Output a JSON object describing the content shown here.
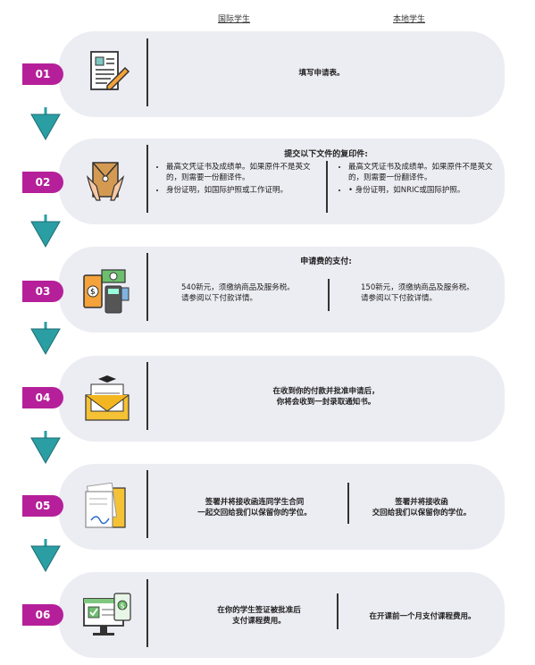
{
  "header": {
    "intl": "国际学生",
    "local": "本地学生"
  },
  "steps": [
    {
      "num": "01",
      "text": "填写申请表。"
    },
    {
      "num": "02",
      "title": "提交以下文件的复印件:",
      "intl": [
        "最高文凭证书及成绩单。如果原件不是英文的，则需要一份翻译件。",
        "身份证明，如国际护照或工作证明。"
      ],
      "local": [
        "最高文凭证书及成绩单。如果原件不是英文的，则需要一份翻译件。",
        "• 身份证明，如NRIC或国际护照。"
      ]
    },
    {
      "num": "03",
      "title": "申请费的支付:",
      "intl": [
        "540新元，须缴纳商品及服务税。",
        "请参阅以下付款详情。"
      ],
      "local": [
        "150新元，须缴纳商品及服务税。",
        "请参阅以下付款详情。"
      ]
    },
    {
      "num": "04",
      "text": [
        "在收到你的付款并批准申请后，",
        "你将会收到一封录取通知书。"
      ]
    },
    {
      "num": "05",
      "intl": [
        "签署并将接收函连同学生合同",
        "一起交回给我们以保留你的学位。"
      ],
      "local": [
        "签署并将接收函",
        "交回给我们以保留你的学位。"
      ]
    },
    {
      "num": "06",
      "intl": [
        "在你的学生签证被批准后",
        "支付课程费用。"
      ],
      "local": "在开课前一个月支付课程费用。"
    }
  ],
  "icons": [
    "application-form-icon",
    "document-envelope-icon",
    "payment-icon",
    "acceptance-letter-icon",
    "contract-documents-icon",
    "online-payment-icon"
  ],
  "colors": {
    "badge": "#b5209a",
    "card": "#ececf3",
    "arrow": "#2a9ea3"
  }
}
